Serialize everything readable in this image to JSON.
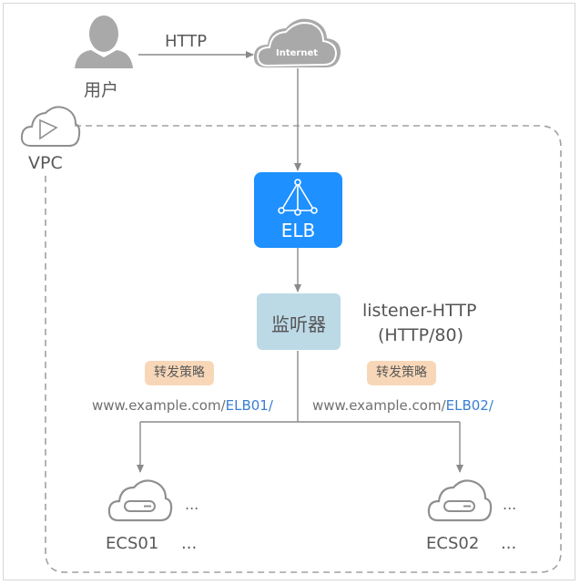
{
  "user": {
    "label": "用户"
  },
  "protocol_label": "HTTP",
  "internet": {
    "label": "Internet"
  },
  "vpc": {
    "label": "VPC"
  },
  "elb": {
    "label": "ELB"
  },
  "listener": {
    "box_label": "监听器",
    "name": "listener-HTTP",
    "protocol_port": "(HTTP/80)"
  },
  "policies": [
    {
      "badge": "转发策略",
      "url_prefix": "www.example.com/",
      "url_path": "ELB01/"
    },
    {
      "badge": "转发策略",
      "url_prefix": "www.example.com/",
      "url_path": "ELB02/"
    }
  ],
  "servers": [
    {
      "name": "ECS01",
      "ellipsis_side": "...",
      "ellipsis_bottom": "..."
    },
    {
      "name": "ECS02",
      "ellipsis_side": "...",
      "ellipsis_bottom": "..."
    }
  ],
  "colors": {
    "elb_blue": "#1e90ff",
    "listener_bg": "#bcd9e6",
    "policy_badge_bg": "#f8d7b8",
    "url_highlight": "#3a7fd5",
    "icon_gray": "#a9a9a9"
  }
}
